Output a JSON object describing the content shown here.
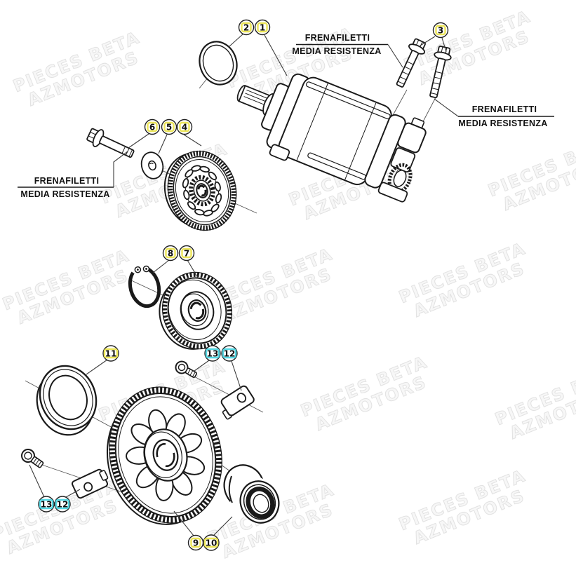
{
  "watermark": {
    "line1": "PIECES BETA",
    "line2": "AZMOTORS"
  },
  "labels": {
    "top": {
      "line1": "FRENAFILETTI",
      "line2": "MEDIA RESISTENZA"
    },
    "right": {
      "line1": "FRENAFILETTI",
      "line2": "MEDIA RESISTENZA"
    },
    "left": {
      "line1": "FRENAFILETTI",
      "line2": "MEDIA RESISTENZA"
    }
  },
  "callouts": [
    {
      "number": "2",
      "style": "yellow"
    },
    {
      "number": "1",
      "style": "yellow"
    },
    {
      "number": "3",
      "style": "yellow"
    },
    {
      "number": "6",
      "style": "yellow"
    },
    {
      "number": "5",
      "style": "yellow"
    },
    {
      "number": "4",
      "style": "yellow"
    },
    {
      "number": "8",
      "style": "yellow"
    },
    {
      "number": "7",
      "style": "yellow"
    },
    {
      "number": "11",
      "style": "yellow"
    },
    {
      "number": "13",
      "style": "cyan"
    },
    {
      "number": "12",
      "style": "cyan"
    },
    {
      "number": "13",
      "style": "cyan"
    },
    {
      "number": "12",
      "style": "cyan"
    },
    {
      "number": "9",
      "style": "yellow"
    },
    {
      "number": "10",
      "style": "yellow"
    }
  ],
  "colors": {
    "callout_yellow": "#ece557",
    "callout_cyan": "#55d8e4",
    "line_art": "#1a1a1a",
    "leader": "#3c3c3c",
    "watermark": "#e2e2e2"
  }
}
